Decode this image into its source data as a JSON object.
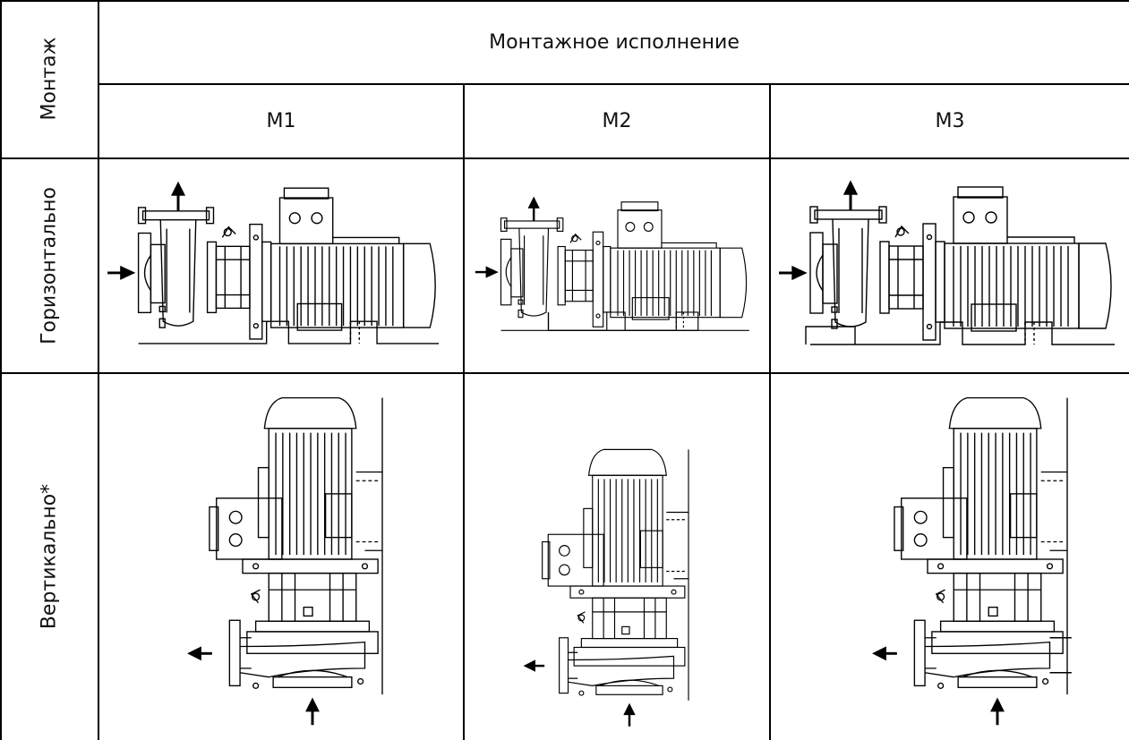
{
  "table": {
    "corner_label": "Монтаж",
    "group_header": "Монтажное исполнение",
    "columns": [
      "M1",
      "M2",
      "M3"
    ],
    "rows": [
      {
        "label": "Горизонтально",
        "drawings": [
          "horizontal-m1",
          "horizontal-m2",
          "horizontal-m3"
        ]
      },
      {
        "label": "Вертикально*",
        "drawings": [
          "vertical-m1",
          "vertical-m2",
          "vertical-m3"
        ]
      }
    ]
  }
}
